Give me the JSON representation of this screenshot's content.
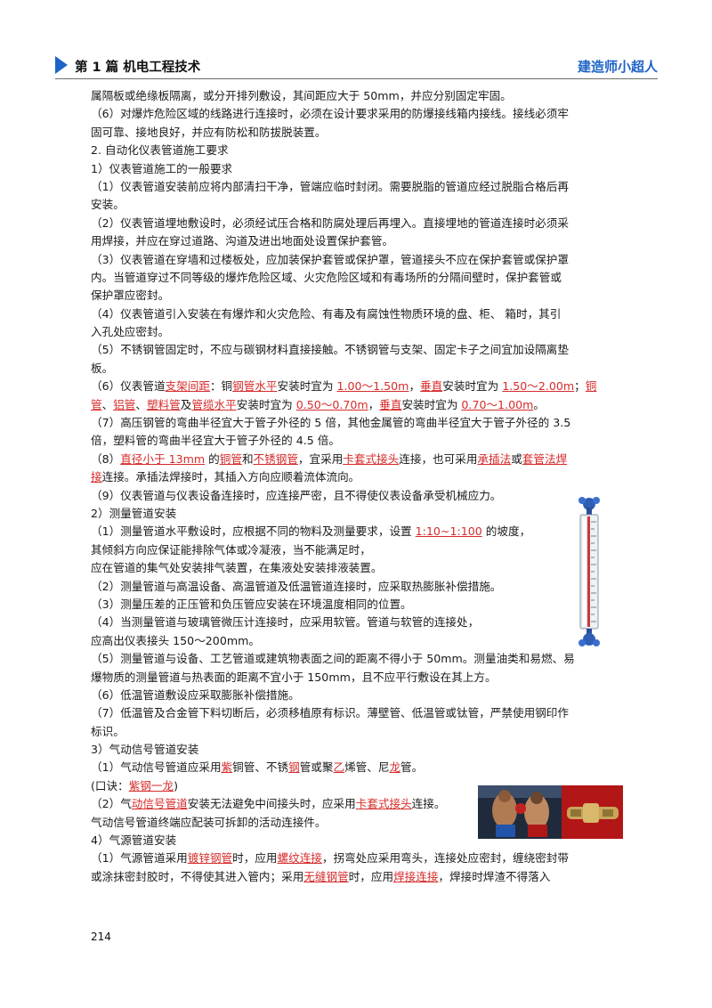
{
  "header": {
    "chapter": "第 1 篇  机电工程技术",
    "brand": "建造师小超人"
  },
  "page_number": "214",
  "lines": [
    [
      {
        "t": "属隔板或绝缘板隔离，或分开排列敷设，其间距应大于 50mm，并应分别固定牢固。"
      }
    ],
    [
      {
        "t": "（6）对爆炸危险区域的线路进行连接时，必须在设计要求采用的防爆接线箱内接线。接线必须牢"
      }
    ],
    [
      {
        "t": "固可靠、接地良好，并应有防松和防拔脱装置。"
      }
    ],
    [
      {
        "t": "2. 自动化仪表管道施工要求"
      }
    ],
    [
      {
        "t": "1）仪表管道施工的一般要求"
      }
    ],
    [
      {
        "t": "（1）仪表管道安装前应将内部清扫干净，管端应临时封闭。需要脱脂的管道应经过脱脂合格后再"
      }
    ],
    [
      {
        "t": "安装。"
      }
    ],
    [
      {
        "t": "（2）仪表管道埋地敷设时，必须经试压合格和防腐处理后再埋入。直接埋地的管道连接时必须采"
      }
    ],
    [
      {
        "t": "用焊接，并应在穿过道路、沟道及进出地面处设置保护套管。"
      }
    ],
    [
      {
        "t": "（3）仪表管道在穿墙和过楼板处，应加装保护套管或保护罩，管道接头不应在保护套管或保护罩"
      }
    ],
    [
      {
        "t": "内。当管道穿过不同等级的爆炸危险区域、火灾危险区域和有毒场所的分隔间壁时，保护套管或"
      }
    ],
    [
      {
        "t": "保护罩应密封。"
      }
    ],
    [
      {
        "t": "（4）仪表管道引入安装在有爆炸和火灾危险、有毒及有腐蚀性物质环境的盘、柜、 箱时，其引"
      }
    ],
    [
      {
        "t": "入孔处应密封。"
      }
    ],
    [
      {
        "t": "（5）不锈钢管固定时，不应与碳钢材料直接接触。不锈钢管与支架、固定卡子之间宜加设隔离垫"
      }
    ],
    [
      {
        "t": "板。"
      }
    ],
    [
      {
        "t": "（6）仪表管道"
      },
      {
        "t": "支架间距",
        "r": 1
      },
      {
        "t": "：铜"
      },
      {
        "t": "钢管水平",
        "r": 1
      },
      {
        "t": "安装时宜为 "
      },
      {
        "t": "1.00～1.50m",
        "r": 1
      },
      {
        "t": "，"
      },
      {
        "t": "垂直",
        "r": 1
      },
      {
        "t": "安装时宜为 "
      },
      {
        "t": "1.50～2.00m",
        "r": 1
      },
      {
        "t": "；"
      },
      {
        "t": "铜",
        "r": 1
      }
    ],
    [
      {
        "t": "管",
        "r": 1
      },
      {
        "t": "、"
      },
      {
        "t": "铝管",
        "r": 1
      },
      {
        "t": "、"
      },
      {
        "t": "塑料管",
        "r": 1
      },
      {
        "t": "及"
      },
      {
        "t": "管缆水平",
        "r": 1
      },
      {
        "t": "安装时宜为 "
      },
      {
        "t": "0.50～0.70m",
        "r": 1
      },
      {
        "t": "，"
      },
      {
        "t": "垂直",
        "r": 1
      },
      {
        "t": "安装时宜为 "
      },
      {
        "t": "0.70～1.00m",
        "r": 1
      },
      {
        "t": "。"
      }
    ],
    [
      {
        "t": "（7）高压钢管的弯曲半径宜大于管子外径的 5 倍，其他金属管的弯曲半径宜大于管子外径的 3.5"
      }
    ],
    [
      {
        "t": "倍，塑料管的弯曲半径宜大于管子外径的 4.5 倍。"
      }
    ],
    [
      {
        "t": "（8）"
      },
      {
        "t": "直径小于 13mm",
        "r": 1
      },
      {
        "t": " 的"
      },
      {
        "t": "铜管",
        "r": 1
      },
      {
        "t": "和"
      },
      {
        "t": "不锈钢管",
        "r": 1
      },
      {
        "t": "，宜采用"
      },
      {
        "t": "卡套式接头",
        "r": 1
      },
      {
        "t": "连接，也可采用"
      },
      {
        "t": "承插法",
        "r": 1
      },
      {
        "t": "或"
      },
      {
        "t": "套管法焊",
        "r": 1
      }
    ],
    [
      {
        "t": "接",
        "r": 1
      },
      {
        "t": "连接。承插法焊接时，其插入方向应顺着流体流向。"
      }
    ],
    [
      {
        "t": "（9）仪表管道与仪表设备连接时，应连接严密，且不得使仪表设备承受机械应力。"
      }
    ],
    [
      {
        "t": "2）测量管道安装"
      }
    ],
    [
      {
        "t": "（1）测量管道水平敷设时，应根据不同的物料及测量要求，设置 "
      },
      {
        "t": "1:10~1:100",
        "r": 1
      },
      {
        "t": " 的坡度，"
      }
    ],
    [
      {
        "t": "其倾斜方向应保证能排除气体或冷凝液，当不能满足时，"
      }
    ],
    [
      {
        "t": "应在管道的集气处安装排气装置，在集液处安装排液装置。"
      }
    ],
    [
      {
        "t": "（2）测量管道与高温设备、高温管道及低温管道连接时，应采取热膨胀补偿措施。"
      }
    ],
    [
      {
        "t": "（3）测量压差的正压管和负压管应安装在环境温度相同的位置。"
      }
    ],
    [
      {
        "t": "（4）当测量管道与玻璃管微压计连接时，应采用软管。管道与软管的连接处，"
      }
    ],
    [
      {
        "t": "应高出仪表接头 150～200mm。"
      }
    ],
    [
      {
        "t": "（5）测量管道与设备、工艺管道或建筑物表面之间的距离不得小于 50mm。测量油类和易燃、易"
      }
    ],
    [
      {
        "t": "爆物质的测量管道与热表面的距离不宜小于 150mm，且不应平行敷设在其上方。"
      }
    ],
    [
      {
        "t": "（6）低温管道敷设应采取膨胀补偿措施。"
      }
    ],
    [
      {
        "t": "（7）低温管及合金管下料切断后，必须移植原有标识。薄壁管、低温管或钛管，严禁使用钢印作"
      }
    ],
    [
      {
        "t": "标识。"
      }
    ],
    [
      {
        "t": "3）气动信号管道安装"
      }
    ],
    [
      {
        "t": "（1）气动信号管道应采用"
      },
      {
        "t": "紫",
        "r": 1
      },
      {
        "t": "铜管、不锈"
      },
      {
        "t": "钢",
        "r": 1
      },
      {
        "t": "管或聚"
      },
      {
        "t": "乙",
        "r": 1
      },
      {
        "t": "烯管、尼"
      },
      {
        "t": "龙",
        "r": 1
      },
      {
        "t": "管。"
      }
    ],
    [
      {
        "t": "(口诀："
      },
      {
        "t": "紫钢一龙",
        "r": 1
      },
      {
        "t": ")"
      }
    ],
    [
      {
        "t": "（2）气"
      },
      {
        "t": "动信号管道",
        "r": 1
      },
      {
        "t": "安装无法避免中间接头时，应采用"
      },
      {
        "t": "卡套式接头",
        "r": 1
      },
      {
        "t": "连接。"
      }
    ],
    [
      {
        "t": "气动信号管道终端应配装可拆卸的活动连接件。"
      }
    ],
    [
      {
        "t": "4）气源管道安装"
      }
    ],
    [
      {
        "t": "（1）气源管道采用"
      },
      {
        "t": "镀锌钢管",
        "r": 1
      },
      {
        "t": "时，应用"
      },
      {
        "t": "螺纹连接",
        "r": 1
      },
      {
        "t": "，拐弯处应采用弯头，连接处应密封，缠绕密封带"
      }
    ],
    [
      {
        "t": "或涂抹密封胶时，不得使其进入管内；采用"
      },
      {
        "t": "无缝钢管",
        "r": 1
      },
      {
        "t": "时，应用"
      },
      {
        "t": "焊接连接",
        "r": 1
      },
      {
        "t": "，焊接时焊渣不得落入"
      }
    ]
  ]
}
